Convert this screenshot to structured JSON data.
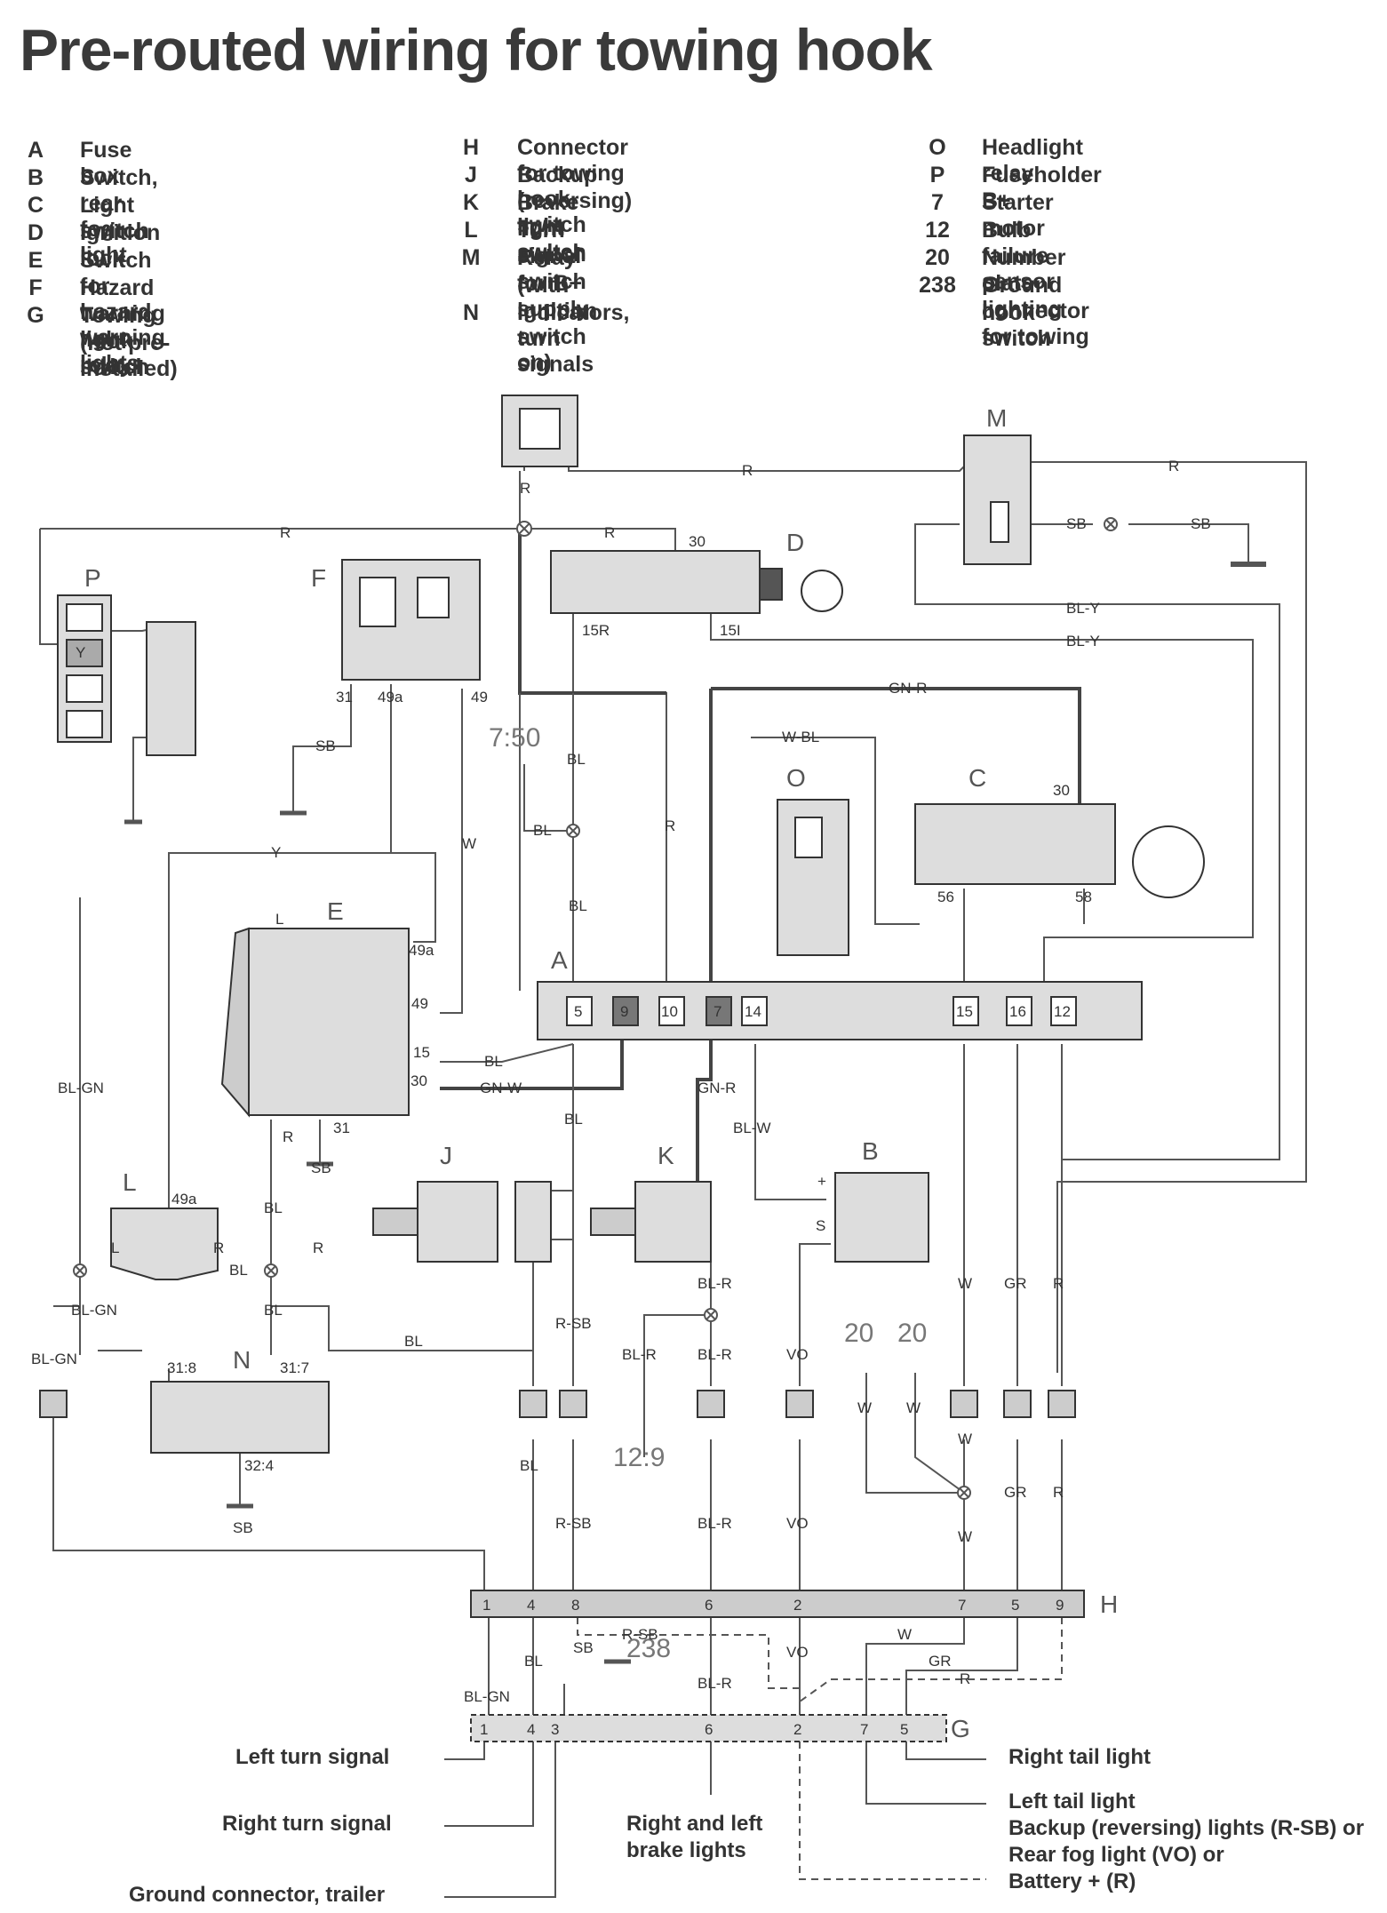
{
  "title": "Pre-routed wiring for towing hook",
  "legend": {
    "col1": [
      {
        "key": "A",
        "text": "Fuse box"
      },
      {
        "key": "B",
        "text": "Switch, rear fog light"
      },
      {
        "key": "C",
        "text": "Light switch"
      },
      {
        "key": "D",
        "text": "Ignition lock"
      },
      {
        "key": "E",
        "text": "Switch for hazard warning lights"
      },
      {
        "key": "F",
        "text": "Hazard warning light relay"
      },
      {
        "key": "G",
        "text": "Towing hook switch"
      },
      {
        "key": "",
        "text": "(not pre-installed)"
      }
    ],
    "col2": [
      {
        "key": "H",
        "text": "Connector for towing hook switch"
      },
      {
        "key": "J",
        "text": "Backup (reversing) light switch"
      },
      {
        "key": "K",
        "text": "Brake light switch"
      },
      {
        "key": "L",
        "text": "Turn signal switch"
      },
      {
        "key": "M",
        "text": "Relay for B+ supply"
      },
      {
        "key": "",
        "text": "(with ignition switch on)"
      },
      {
        "key": "N",
        "text": "Indicators, turn signals"
      }
    ],
    "col3": [
      {
        "key": "O",
        "text": "Headlight relay"
      },
      {
        "key": "P",
        "text": "Fuseholder B+"
      },
      {
        "key": "7",
        "text": "Starter motor"
      },
      {
        "key": "12",
        "text": "Bulb failure sensor"
      },
      {
        "key": "20",
        "text": "Number plate lighting"
      },
      {
        "key": "238",
        "text": "Ground connector for towing"
      },
      {
        "key": "",
        "text": "hook switch"
      }
    ]
  },
  "components": {
    "A": "A",
    "B": "B",
    "C": "C",
    "D": "D",
    "E": "E",
    "F": "F",
    "G": "G",
    "H": "H",
    "J": "J",
    "K": "K",
    "L": "L",
    "M": "M",
    "N": "N",
    "O": "O",
    "P": "P"
  },
  "references": {
    "r750": "7:50",
    "r129": "12:9",
    "r20a": "20",
    "r20b": "20",
    "r238": "238"
  },
  "wires": {
    "R": "R",
    "SB": "SB",
    "BL": "BL",
    "BLY": "BL-Y",
    "GNR": "GN-R",
    "WBL": "W-BL",
    "W": "W",
    "Y": "Y",
    "BLGN": "BL-GN",
    "GNW": "GN-W",
    "BLW": "BL-W",
    "RSB": "R-SB",
    "BLR": "BL-R",
    "VO": "VO",
    "GR": "GR"
  },
  "pins": {
    "p30": "30",
    "p15R": "15R",
    "p15I": "15I",
    "p31": "31",
    "p49a": "49a",
    "p49": "49",
    "p15": "15",
    "p56": "56",
    "p58": "58",
    "p31_8": "31:8",
    "p31_7": "31:7",
    "p32_4": "32:4",
    "pL": "L",
    "pR": "R",
    "pPlus": "+",
    "pS": "S",
    "pY": "Y",
    "f5": "5",
    "f9": "9",
    "f10": "10",
    "f7": "7",
    "f14": "14",
    "f15": "15",
    "f16": "16",
    "f12": "12",
    "h1": "1",
    "h4": "4",
    "h8": "8",
    "h6": "6",
    "h2": "2",
    "h7": "7",
    "h5": "5",
    "h9": "9",
    "g1": "1",
    "g4": "4",
    "g3": "3",
    "g6": "6",
    "g2": "2",
    "g7": "7",
    "g5": "5"
  },
  "outputs": {
    "left_turn": "Left turn signal",
    "right_turn": "Right turn signal",
    "ground_trailer": "Ground connector, trailer",
    "brake1": "Right and left",
    "brake2": "brake lights",
    "right_tail": "Right tail light",
    "left_tail": "Left tail light",
    "backup1": "Backup (reversing) lights (R-SB) or",
    "backup2": "Rear fog light (VO) or",
    "backup3": "Battery + (R)"
  }
}
